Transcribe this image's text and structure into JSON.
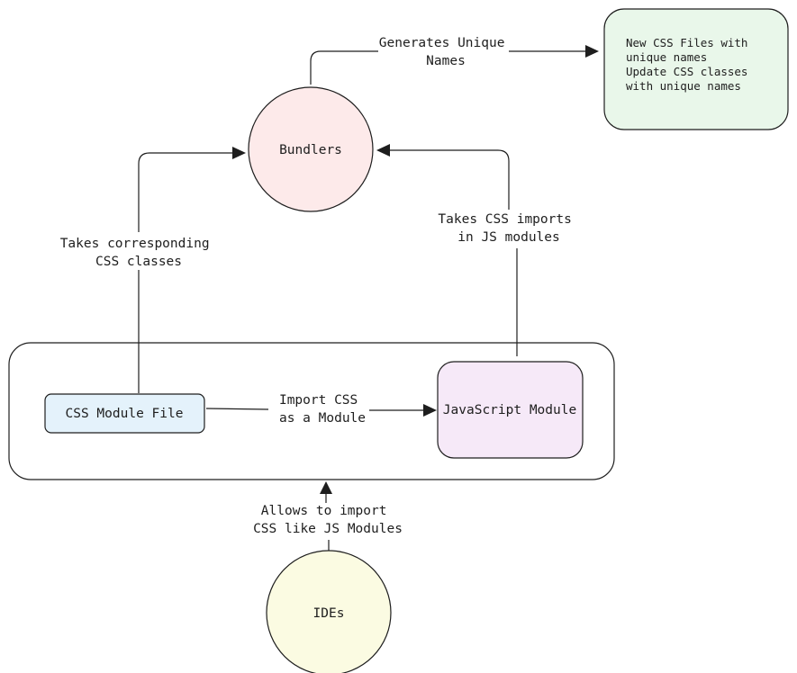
{
  "nodes": {
    "bundlers": {
      "label": "Bundlers",
      "fill": "#fdeaea"
    },
    "output_note": {
      "lines": [
        "New CSS Files with",
        "unique names",
        "Update CSS classes",
        "with unique names"
      ],
      "fill": "#e9f7ea"
    },
    "css_module_file": {
      "label": "CSS Module File",
      "fill": "#e4f2fb"
    },
    "javascript_module": {
      "label": "JavaScript Module",
      "fill": "#f6e9f8"
    },
    "ides": {
      "label": "IDEs",
      "fill": "#fbfbe2"
    }
  },
  "edges": {
    "bundlers_to_output": {
      "lines": [
        "Generates Unique",
        "Names"
      ]
    },
    "css_to_bundlers": {
      "lines": [
        "Takes corresponding",
        "CSS classes"
      ]
    },
    "js_to_bundlers": {
      "lines": [
        "Takes CSS imports",
        "in JS modules"
      ]
    },
    "css_to_js": {
      "lines": [
        "Import CSS",
        "as a Module"
      ]
    },
    "ides_to_group": {
      "lines": [
        "Allows to import",
        "CSS like JS Modules"
      ]
    }
  }
}
